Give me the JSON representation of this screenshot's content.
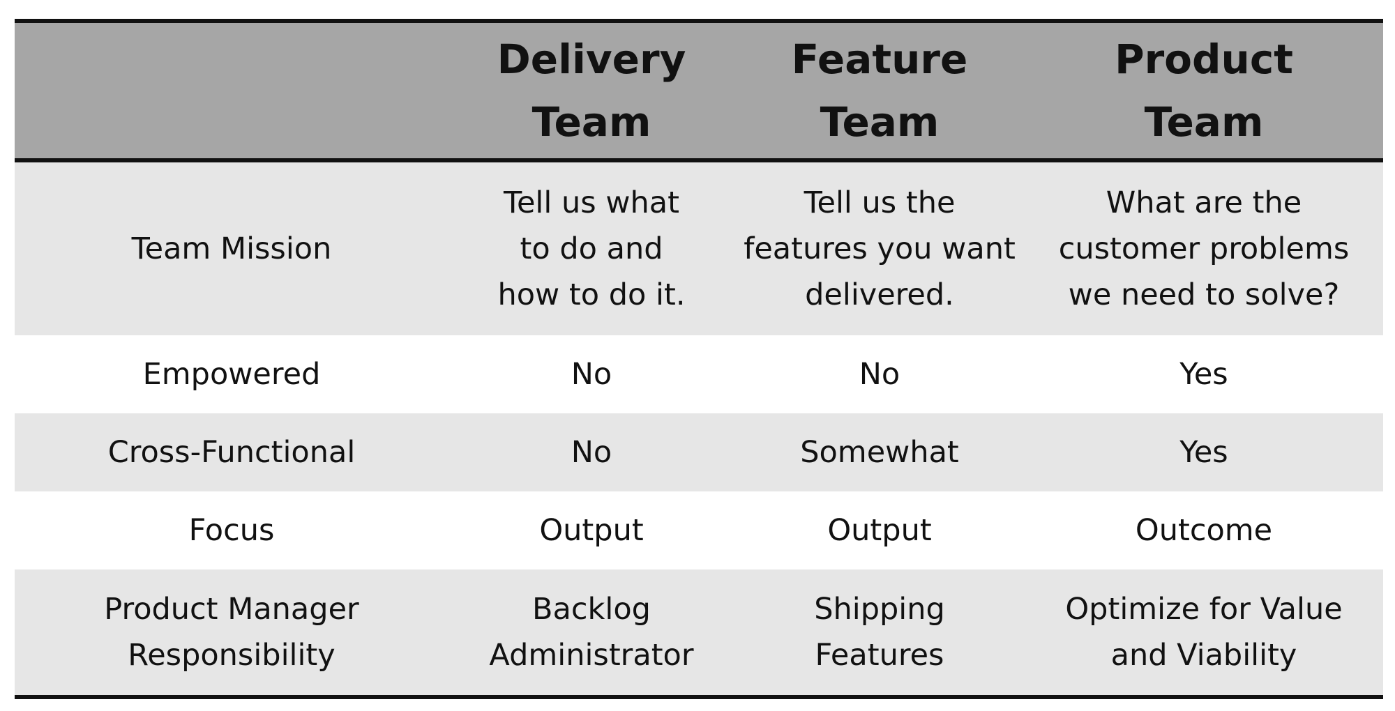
{
  "table": {
    "header": {
      "row_label": "",
      "columns": [
        "Delivery\nTeam",
        "Feature\nTeam",
        "Product\nTeam"
      ]
    },
    "rows": [
      {
        "label": "Team Mission",
        "cells": [
          "Tell us what\nto do and\nhow to do it.",
          "Tell us the\nfeatures you want\ndelivered.",
          "What are the\ncustomer problems\nwe need to solve?"
        ]
      },
      {
        "label": "Empowered",
        "cells": [
          "No",
          "No",
          "Yes"
        ]
      },
      {
        "label": "Cross-Functional",
        "cells": [
          "No",
          "Somewhat",
          "Yes"
        ]
      },
      {
        "label": "Focus",
        "cells": [
          "Output",
          "Output",
          "Outcome"
        ]
      },
      {
        "label": "Product Manager\nResponsibility",
        "cells": [
          "Backlog\nAdministrator",
          "Shipping\nFeatures",
          "Optimize for Value\nand Viability"
        ]
      }
    ]
  },
  "colors": {
    "header_background": "#a6a6a6",
    "band_background": "#e6e6e6",
    "plain_background": "#ffffff",
    "rule_color": "#111111"
  }
}
